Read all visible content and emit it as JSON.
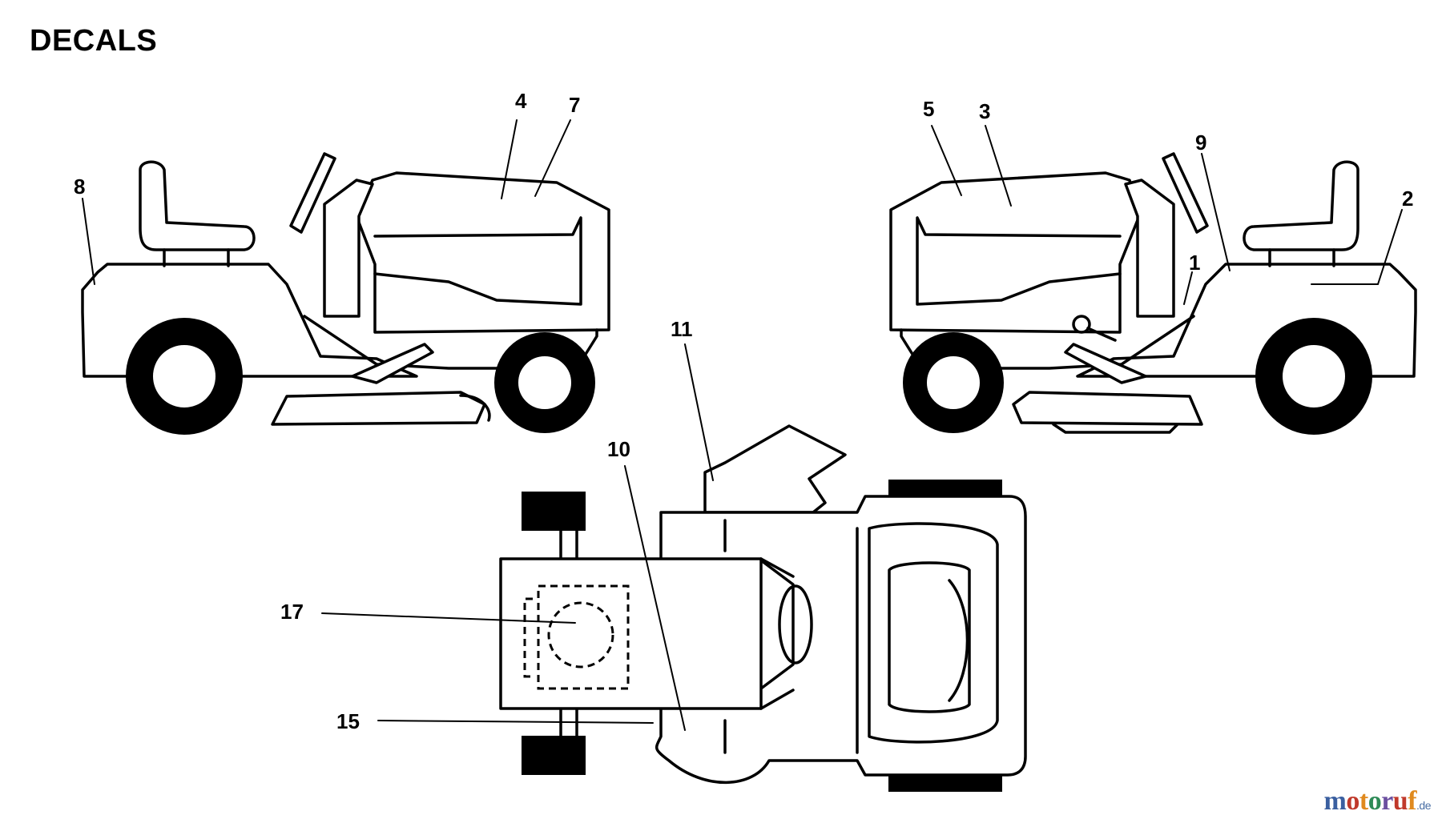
{
  "title": "DECALS",
  "callouts": {
    "c1": "1",
    "c2": "2",
    "c3": "3",
    "c4": "4",
    "c5": "5",
    "c7": "7",
    "c8": "8",
    "c9": "9",
    "c10": "10",
    "c11": "11",
    "c15": "15",
    "c17": "17"
  },
  "watermark": {
    "letters": [
      "m",
      "o",
      "t",
      "o",
      "r",
      "u",
      "f"
    ],
    "suffix": ".de",
    "colors": [
      "#3a5fa0",
      "#c0392b",
      "#e08a1e",
      "#2e8b57",
      "#6b4fa0",
      "#c0392b",
      "#e08a1e"
    ]
  }
}
